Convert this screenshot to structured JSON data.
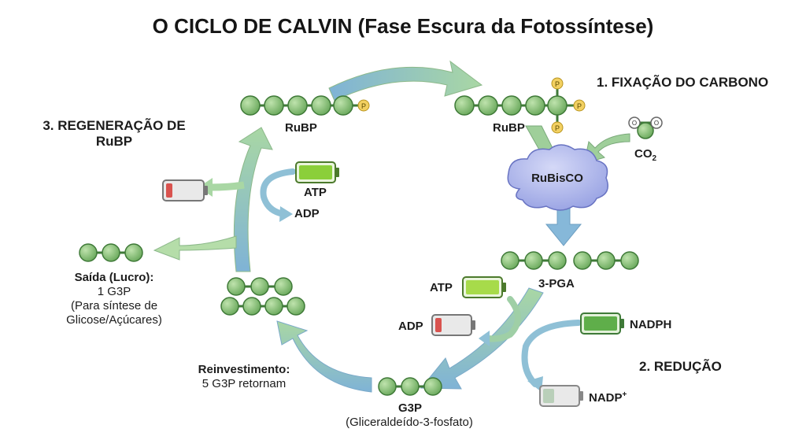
{
  "title": "O CICLO DE CALVIN (Fase Escura da Fotossíntese)",
  "stages": {
    "fixation": "1. FIXAÇÃO DO CARBONO",
    "reduction": "2. REDUÇÃO",
    "regeneration_line1": "3. REGENERAÇÃO DE",
    "regeneration_line2": "RuBP"
  },
  "molecules": {
    "rubp_left": "RuBP",
    "rubp_right": "RuBP",
    "co2_base": "CO",
    "co2_sub": "2",
    "rubisco": "RuBisCO",
    "pga": "3-PGA",
    "g3p": "G3P",
    "g3p_full": "(Gliceraldeído-3-fosfato)",
    "phosphate": "P",
    "oxygen": "O"
  },
  "energy": {
    "atp_top": "ATP",
    "adp_top": "ADP",
    "atp_mid": "ATP",
    "adp_mid": "ADP",
    "nadph": "NADPH",
    "nadp_base": "NADP",
    "nadp_sup": "+"
  },
  "output": {
    "title": "Saída (Lucro):",
    "line2": "1 G3P",
    "line3": "(Para síntese de",
    "line4": "Glicose/Açúcares)"
  },
  "reinvest": {
    "title": "Reinvestimento:",
    "line2": "5 G3P retornam"
  },
  "colors": {
    "carbon_fill": "#7fbf6e",
    "carbon_stroke": "#3f7a38",
    "phosphate_fill": "#f2d061",
    "rubisco_fill": "#aab3ea",
    "arrow_green": "#a9d7a4",
    "arrow_blue": "#7fb3d6",
    "battery_full": "#8bcf3a",
    "battery_low": "#d9534f"
  }
}
